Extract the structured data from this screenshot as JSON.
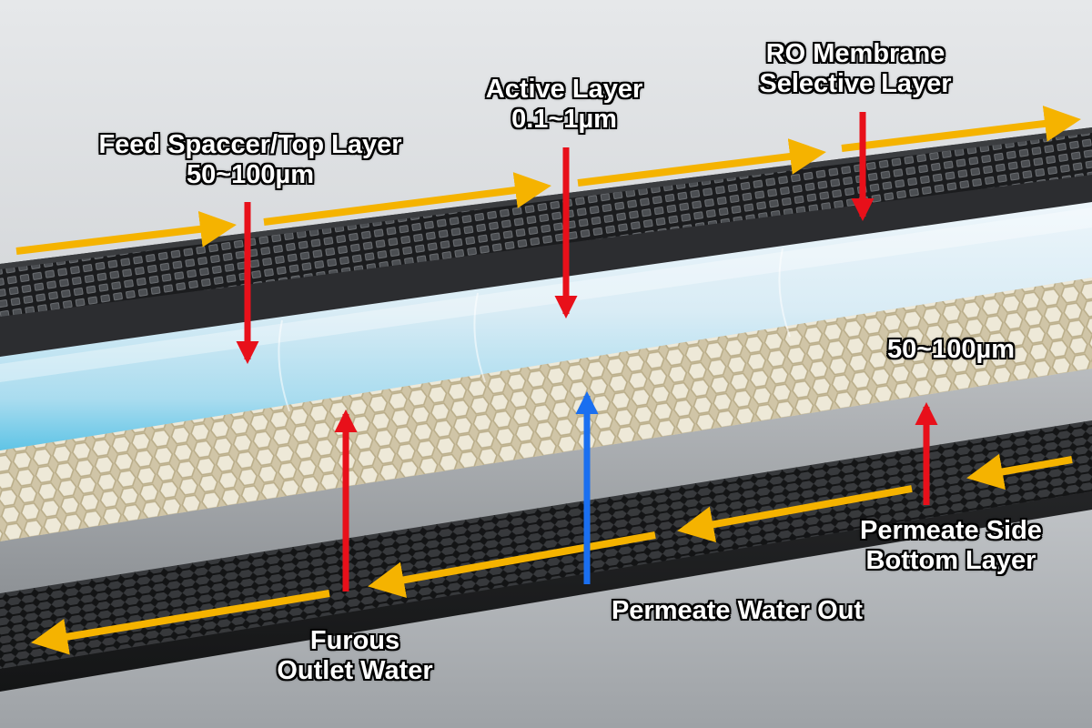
{
  "colors": {
    "feed_arrow": "#f5b300",
    "red_arrow": "#e8101a",
    "blue_arrow": "#1a6ff0",
    "label_text": "#ffffff",
    "label_outline": "#000000"
  },
  "labels": {
    "feed_spacer": {
      "line1": "Feed Spaccer/Top Layer",
      "line2": "50~100µm"
    },
    "active_layer": {
      "line1": "Active Layer",
      "line2": "0.1~1µm"
    },
    "ro_membrane": {
      "line1": "RO Membrane",
      "line2": "Selective Layer"
    },
    "support_thickness": {
      "line1": "50~100µm"
    },
    "permeate_side": {
      "line1": "Permeate Side",
      "line2": "Bottom Layer"
    },
    "permeate_water_out": {
      "line1": "Permeate Water Out"
    },
    "furous_outlet": {
      "line1": "Furous",
      "line2": "Outlet Water"
    }
  }
}
